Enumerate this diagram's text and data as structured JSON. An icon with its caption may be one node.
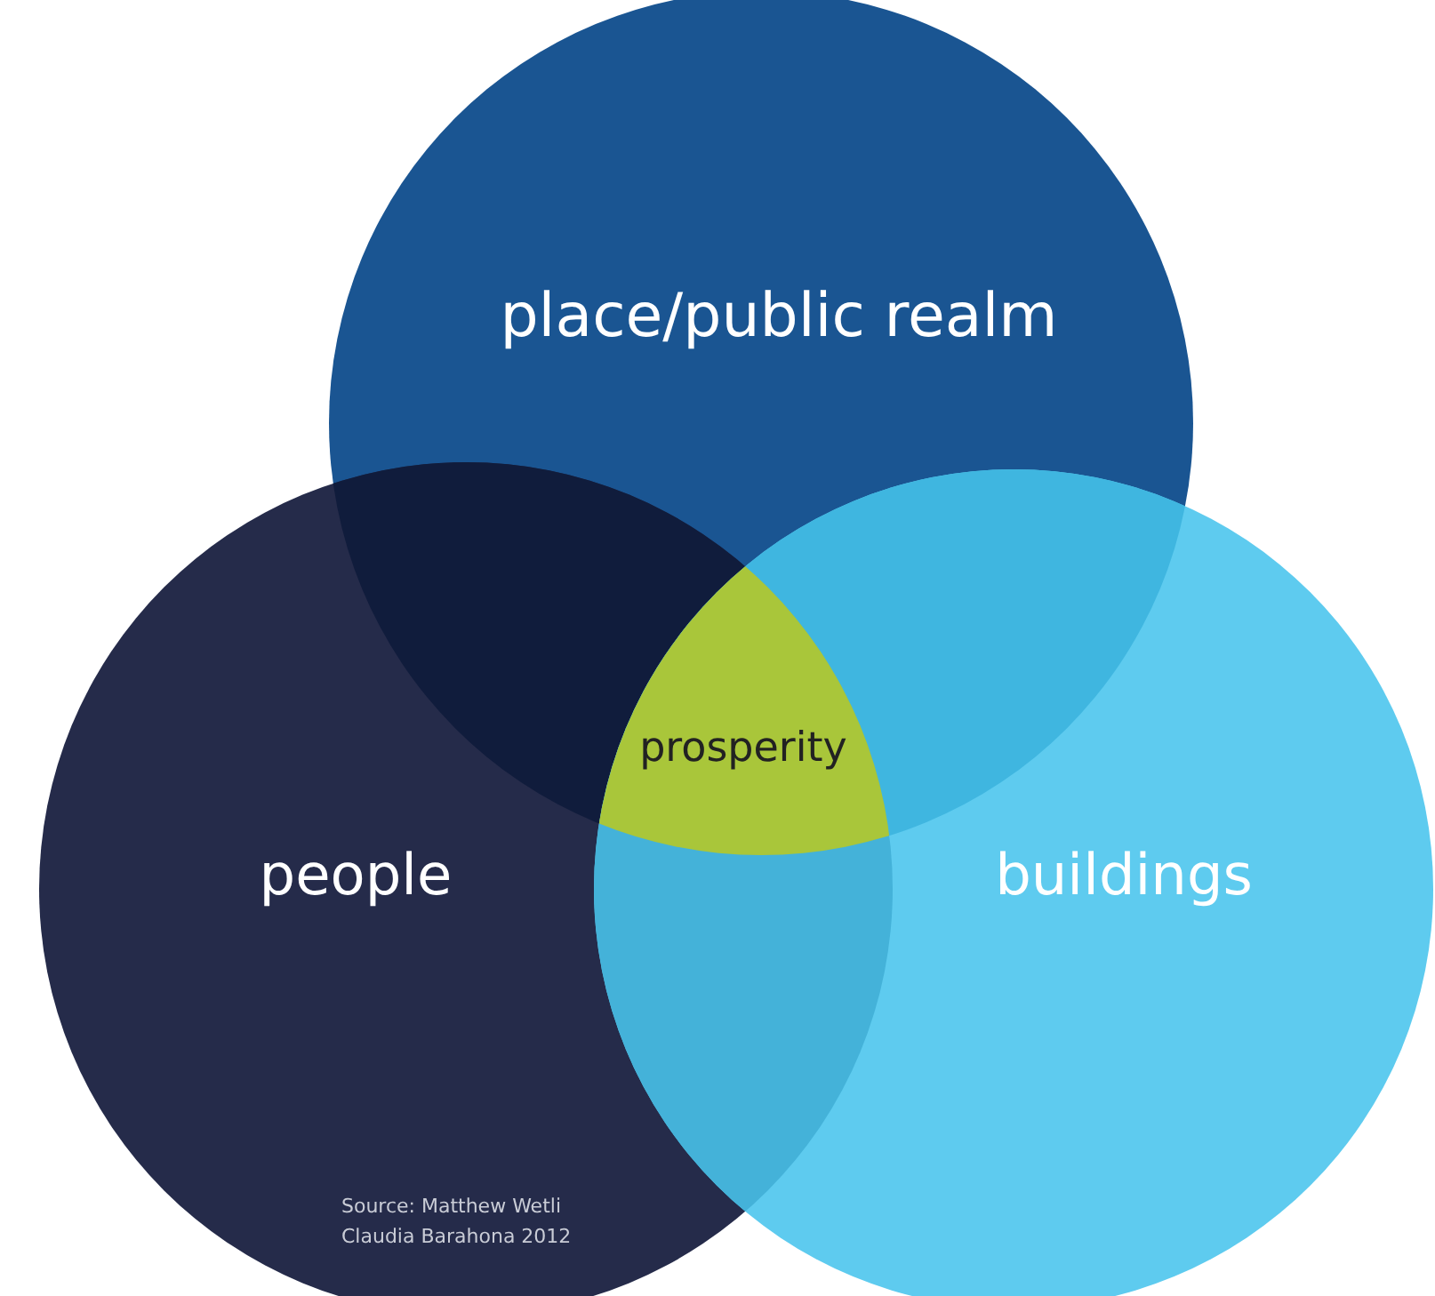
{
  "diagram": {
    "nodes": [
      {
        "text": [
          "place/public realm"
        ]
      },
      {
        "text": [
          "people"
        ]
      },
      {
        "text": [
          "buildings"
        ]
      },
      {
        "text": [
          "prosperity"
        ]
      }
    ],
    "labels": [
      "Source: Matthew Wetli Claudia Barahona 2012"
    ]
  }
}
